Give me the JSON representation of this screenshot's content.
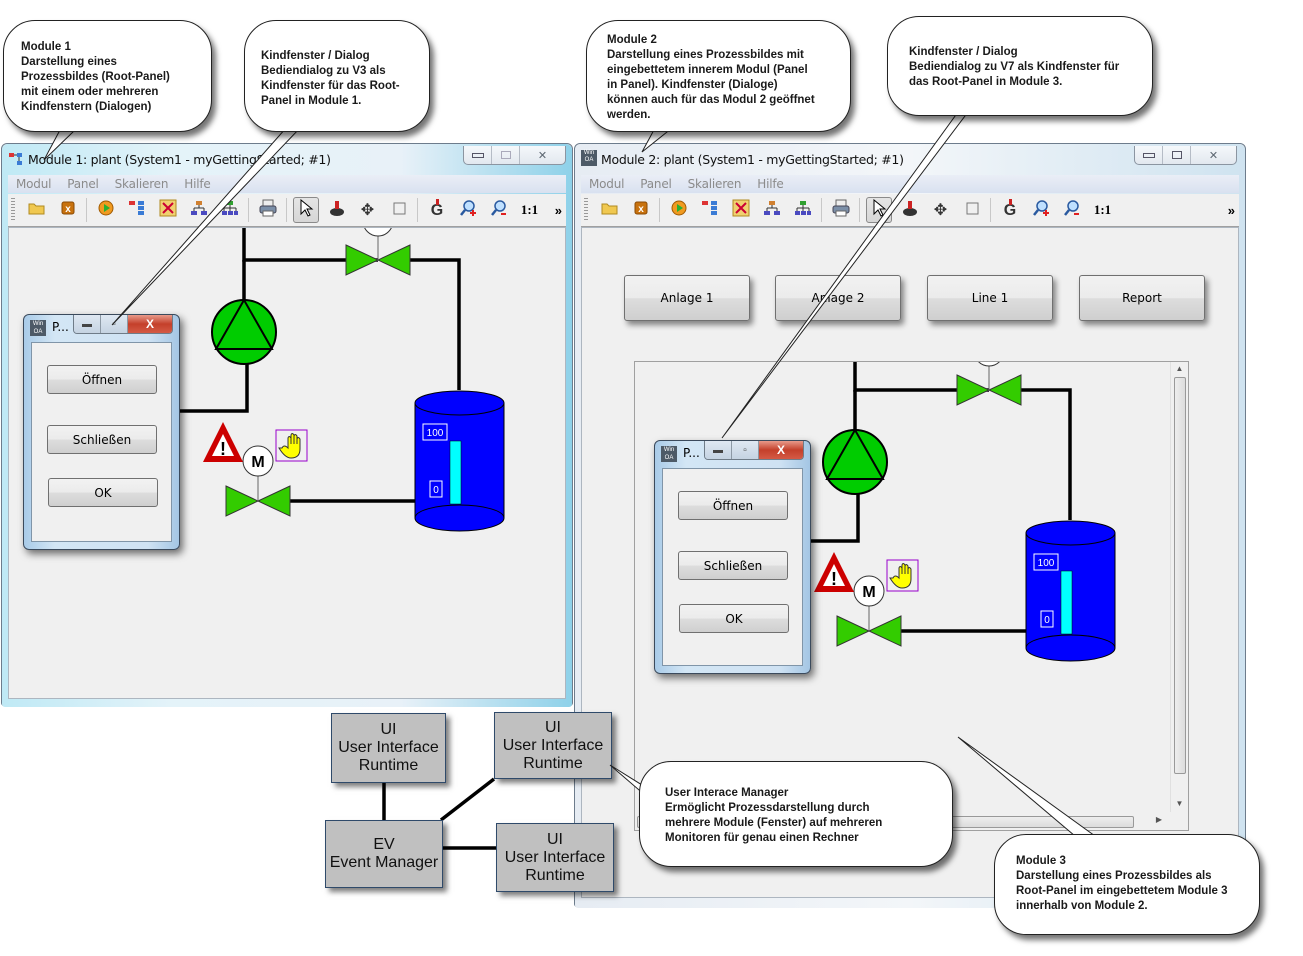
{
  "module1": {
    "title": "Module 1: plant (System1 - myGettingStarted; #1)",
    "menu": [
      "Modul",
      "Panel",
      "Skalieren",
      "Hilfe"
    ],
    "toolbar": [
      "open-folder-icon",
      "close-panel-icon",
      "run-gear-icon",
      "tree-view-icon",
      "tools-icon",
      "hierarchy-icon",
      "hierarchy-green-icon",
      "print-icon",
      "pointer-icon",
      "alarm-icon",
      "move-icon",
      "crop-icon",
      "gedi-icon",
      "zoom-in-icon",
      "zoom-out-icon",
      "zoom-reset-icon"
    ],
    "zoom_reset_label": "1:1",
    "more_label": "»",
    "dialog": {
      "title": "P...",
      "icon_label": "WinCC OA",
      "buttons": [
        "Öffnen",
        "Schließen",
        "OK"
      ]
    },
    "process": {
      "motor_label": "M",
      "tank_max": "100",
      "tank_min": "0",
      "tank_level_fraction": 0.7
    }
  },
  "module2": {
    "title": "Module 2: plant (System1 - myGettingStarted; #1)",
    "menu": [
      "Modul",
      "Panel",
      "Skalieren",
      "Hilfe"
    ],
    "zoom_reset_label": "1:1",
    "more_label": "»",
    "nav_buttons": [
      "Anlage 1",
      "Anlage 2",
      "Line 1",
      "Report"
    ],
    "dialog": {
      "title": "P...",
      "icon_label": "WinCC OA",
      "buttons": [
        "Öffnen",
        "Schließen",
        "OK"
      ]
    },
    "process": {
      "motor_label": "M",
      "tank_max": "100",
      "tank_min": "0",
      "tank_level_fraction": 0.7
    }
  },
  "callouts": {
    "module1": [
      "Module 1",
      "Darstellung eines",
      "Prozessbildes (Root-Panel)",
      "mit einem oder mehreren",
      "Kindfenstern (Dialogen)"
    ],
    "dialog1": [
      "Kindfenster / Dialog",
      "Bediendialog zu V3 als",
      "Kindfenster für das Root-",
      "Panel in Module 1."
    ],
    "module2": [
      "Module 2",
      "Darstellung eines Prozessbildes mit",
      "eingebettetem innerem Modul (Panel",
      "in Panel).  Kindfenster (Dialoge)",
      "können auch für das Modul 2 geöffnet",
      "werden."
    ],
    "dialog2": [
      "Kindfenster / Dialog",
      "Bediendialog zu V7 als Kindfenster für",
      "das Root-Panel in Module 3."
    ],
    "uim": [
      "User Interace Manager",
      "Ermöglicht Prozessdarstellung durch",
      "mehrere Module (Fenster) auf mehreren",
      "Monitoren für genau einen  Rechner"
    ],
    "module3": [
      "Module 3",
      "Darstellung eines Prozessbildes als",
      "Root-Panel im eingebettetem Module 3",
      "innerhalb von Module 2."
    ]
  },
  "architecture": {
    "ui1": [
      "UI",
      "User Interface",
      "Runtime"
    ],
    "ui2": [
      "UI",
      "User Interface",
      "Runtime"
    ],
    "ui3": [
      "UI",
      "User Interface",
      "Runtime"
    ],
    "ev": [
      "EV",
      "Event Manager"
    ]
  },
  "colors": {
    "valve_green": "#33cc00",
    "pump_green": "#00cc00",
    "tank_blue": "#0000ff",
    "level_cyan": "#00ffff",
    "alarm_red": "#cc0000",
    "hand_yellow": "#ffff00",
    "hand_frame": "#9900cc",
    "arch_box": "#c0c0c0"
  }
}
